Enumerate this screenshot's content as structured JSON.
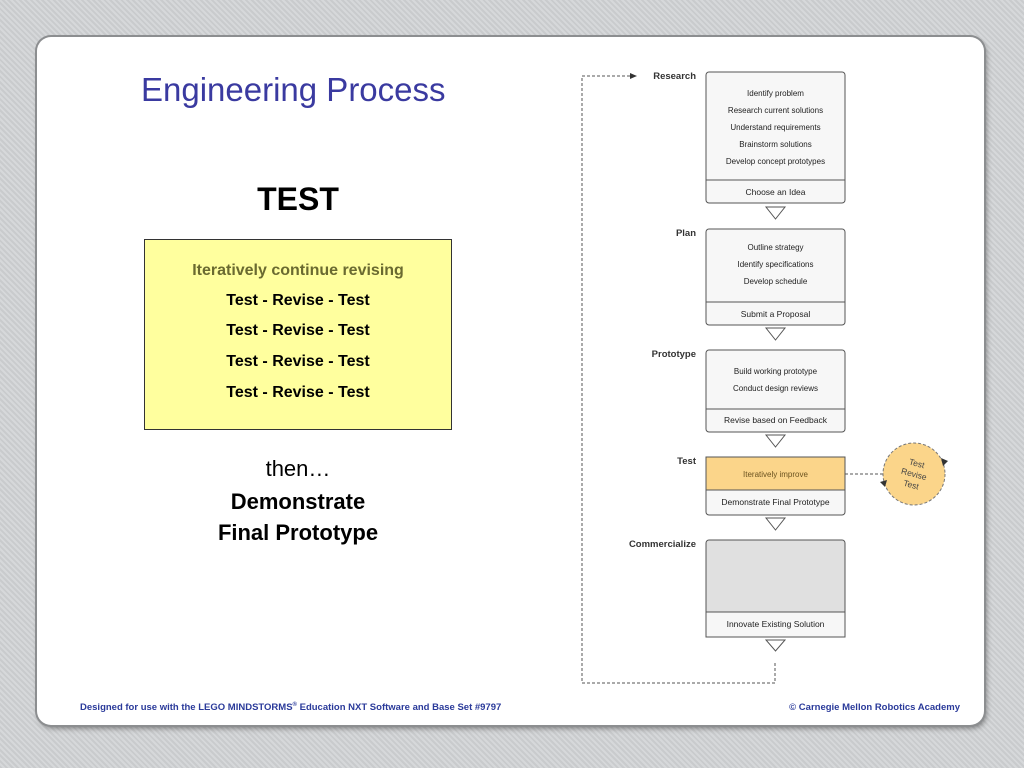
{
  "slide": {
    "title": "Engineering Process",
    "heading": "TEST",
    "box": {
      "header": "Iteratively continue revising",
      "lines": [
        "Test - Revise - Test",
        "Test - Revise - Test",
        "Test - Revise - Test",
        "Test - Revise - Test"
      ]
    },
    "then_text": "then…",
    "demonstrate_line1": "Demonstrate",
    "demonstrate_line2": "Final Prototype"
  },
  "diagram": {
    "stages": [
      {
        "label": "Research",
        "items": [
          "Identify problem",
          "Research current solutions",
          "Understand requirements",
          "Brainstorm solutions",
          "Develop concept prototypes"
        ],
        "footer": "Choose an Idea"
      },
      {
        "label": "Plan",
        "items": [
          "Outline strategy",
          "Identify specifications",
          "Develop schedule"
        ],
        "footer": "Submit a Proposal"
      },
      {
        "label": "Prototype",
        "items": [
          "Build working prototype",
          "Conduct design reviews"
        ],
        "footer": "Revise based on Feedback"
      },
      {
        "label": "Test",
        "items": [
          "Iteratively improve"
        ],
        "footer": "Demonstrate Final Prototype"
      },
      {
        "label": "Commercialize",
        "items": [],
        "footer": "Innovate Existing Solution"
      }
    ],
    "cycle": [
      "Test",
      "Revise",
      "Test"
    ],
    "colors": {
      "highlight": "#fbd58a",
      "cycle_fill": "#fbd58a",
      "box_fill": "#f7f7f7",
      "gray_fill": "#e0e0e0"
    }
  },
  "footer": {
    "left_text_a": "Designed for use with the LEGO MINDSTORMS",
    "left_sup": "®",
    "left_text_b": " Education NXT Software and Base Set #9797",
    "right_text": "©  Carnegie Mellon Robotics Academy"
  }
}
